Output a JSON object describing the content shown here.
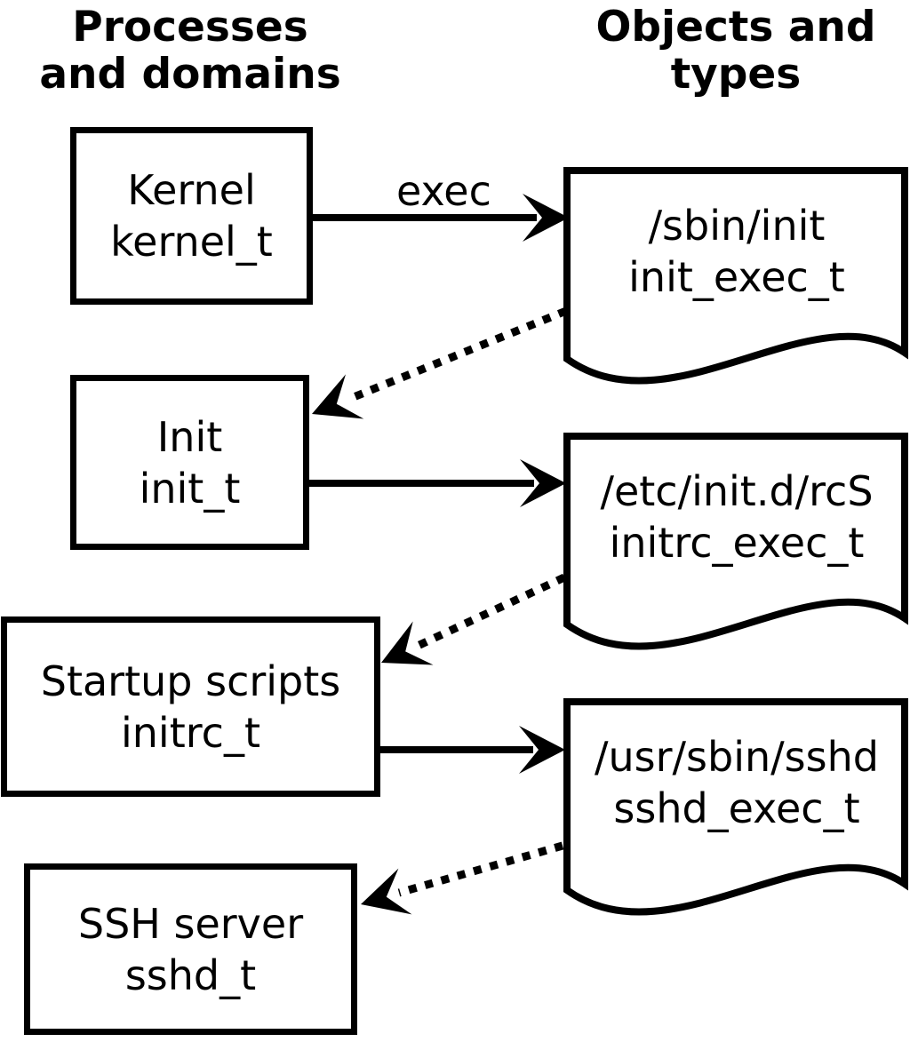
{
  "columns": {
    "left": {
      "line1": "Processes",
      "line2": "and domains"
    },
    "right": {
      "line1": "Objects and",
      "line2": "types"
    }
  },
  "processes": [
    {
      "name": "Kernel",
      "domain": "kernel_t"
    },
    {
      "name": "Init",
      "domain": "init_t"
    },
    {
      "name": "Startup scripts",
      "domain": "initrc_t"
    },
    {
      "name": "SSH server",
      "domain": "sshd_t"
    }
  ],
  "objects": [
    {
      "path": "/sbin/init",
      "type": "init_exec_t"
    },
    {
      "path": "/etc/init.d/rcS",
      "type": "initrc_exec_t"
    },
    {
      "path": "/usr/sbin/sshd",
      "type": "sshd_exec_t"
    }
  ],
  "arrows": {
    "exec_label": "exec"
  },
  "colors": {
    "foreground": "#000000",
    "background": "#ffffff"
  }
}
